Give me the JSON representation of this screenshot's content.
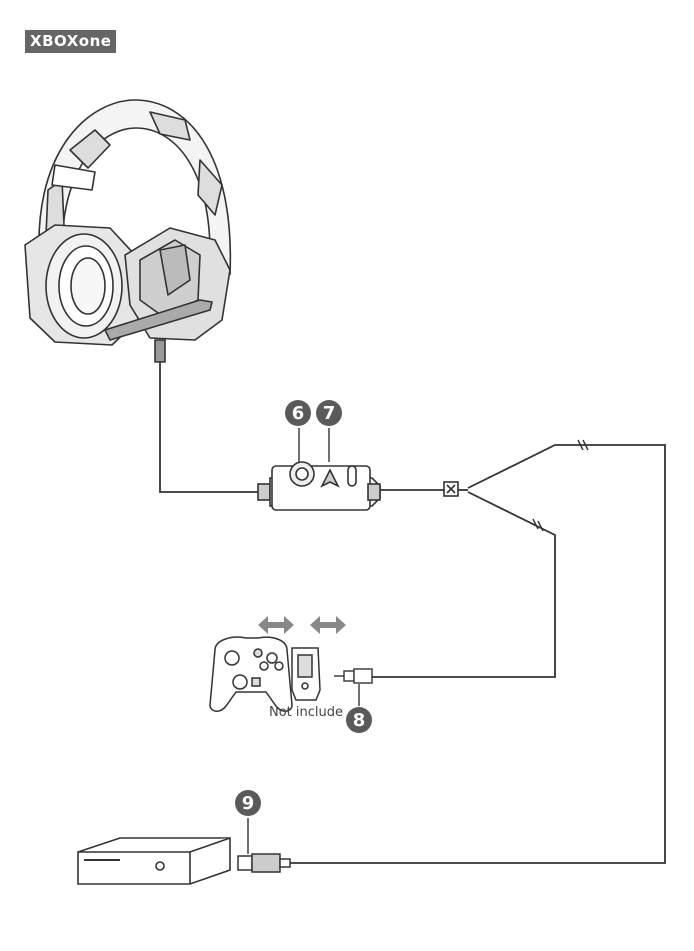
{
  "brand": {
    "label": "XBOXone"
  },
  "callouts": [
    {
      "id": "controller-knob",
      "number": "6"
    },
    {
      "id": "mic-switch",
      "number": "7"
    },
    {
      "id": "audio-jack",
      "number": "8"
    },
    {
      "id": "usb-plug",
      "number": "9"
    }
  ],
  "adapter_note": "Not include",
  "icons": [
    "headset-icon",
    "controller-icon",
    "adapter-icon",
    "console-icon",
    "double-arrow-icon"
  ],
  "colors": {
    "line": "#333333",
    "callout_fill": "#5a5a5a",
    "badge_fill": "#666666",
    "arrow": "#888888"
  }
}
